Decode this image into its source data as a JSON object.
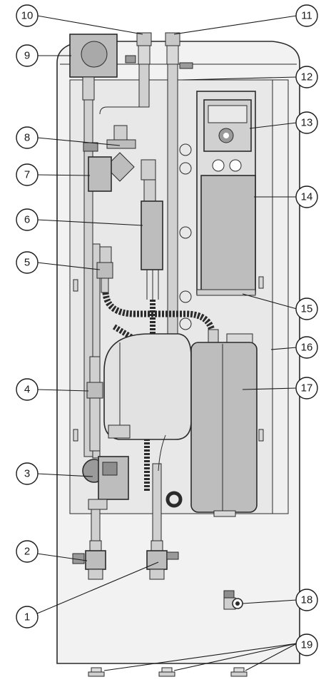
{
  "callouts": [
    {
      "label": "1"
    },
    {
      "label": "2"
    },
    {
      "label": "3"
    },
    {
      "label": "4"
    },
    {
      "label": "5"
    },
    {
      "label": "6"
    },
    {
      "label": "7"
    },
    {
      "label": "8"
    },
    {
      "label": "9"
    },
    {
      "label": "10"
    },
    {
      "label": "11"
    },
    {
      "label": "12"
    },
    {
      "label": "13"
    },
    {
      "label": "14"
    },
    {
      "label": "15"
    },
    {
      "label": "16"
    },
    {
      "label": "17"
    },
    {
      "label": "18"
    },
    {
      "label": "19"
    }
  ],
  "colors": {
    "cabinet": "#f2f2f2",
    "cabinet_inner": "#e6e6e6",
    "component": "#bdbdbd",
    "component_dark": "#8e8e8e",
    "pipe": "#d0d0d0",
    "hose": "#2b2b2b",
    "outline": "#2a2a2a"
  }
}
